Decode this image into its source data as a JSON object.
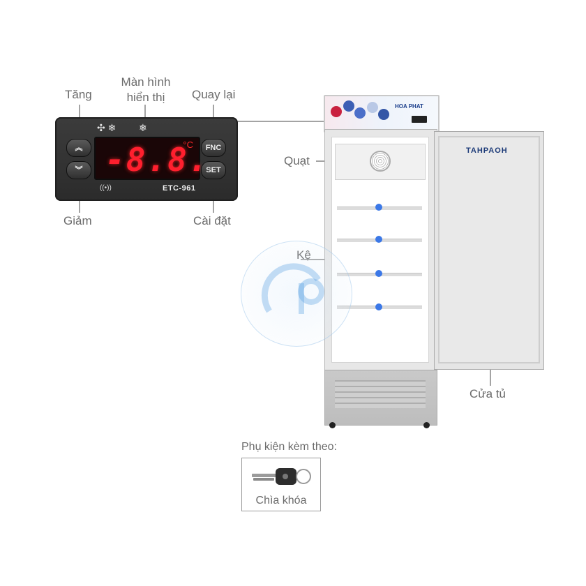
{
  "labels": {
    "tang": "Tăng",
    "man_hinh_line1": "Màn hình",
    "man_hinh_line2": "hiển thị",
    "quay_lai": "Quay lại",
    "giam": "Giảm",
    "cai_dat": "Cài đặt",
    "quat": "Quạt",
    "ke": "Kệ",
    "cua_tu": "Cửa tủ"
  },
  "controller": {
    "model": "ETC-961",
    "display_digits": "-8.8.",
    "display_unit": "°C",
    "fnc_label": "FNC",
    "set_label": "SET",
    "up_icon": "chevron-up-icon",
    "down_icon": "chevron-down-icon"
  },
  "fridge": {
    "brand_top": "HOA PHAT",
    "door_logo": "TAHPAOH"
  },
  "accessory": {
    "heading": "Phụ kiện kèm theo:",
    "item_label": "Chìa khóa"
  },
  "colors": {
    "leader": "#4a4a4a",
    "shelf_dot": "#3b78e7",
    "display_red": "#ff1f2e"
  }
}
